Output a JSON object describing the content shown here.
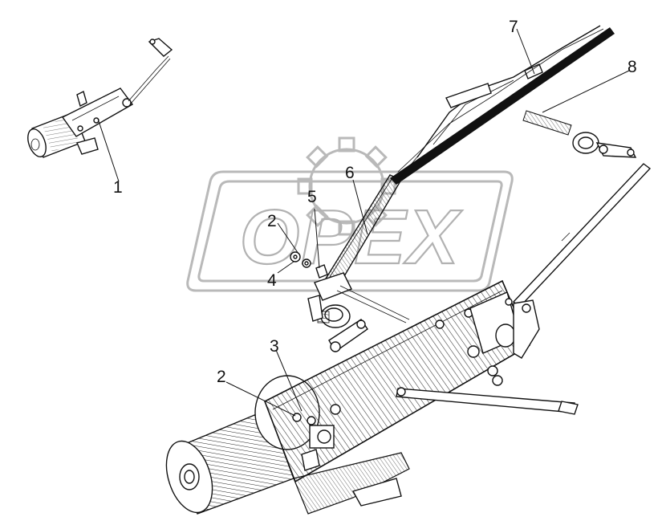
{
  "watermark": {
    "text": "OPEX"
  },
  "callouts": [
    {
      "id": "c1",
      "label": "1"
    },
    {
      "id": "c2a",
      "label": "2"
    },
    {
      "id": "c4",
      "label": "4"
    },
    {
      "id": "c5",
      "label": "5"
    },
    {
      "id": "c6",
      "label": "6"
    },
    {
      "id": "c7",
      "label": "7"
    },
    {
      "id": "c8",
      "label": "8"
    },
    {
      "id": "c3",
      "label": "3"
    },
    {
      "id": "c2b",
      "label": "2"
    }
  ],
  "colors": {
    "ink": "#111111",
    "watermark": "#b9b9b9",
    "background": "#ffffff"
  }
}
